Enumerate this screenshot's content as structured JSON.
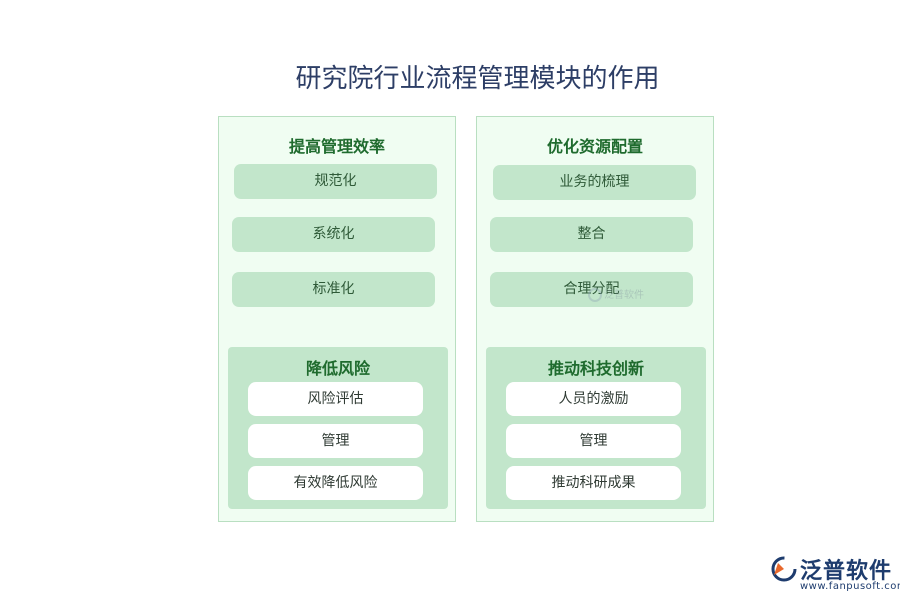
{
  "title": "研究院行业流程管理模块的作用",
  "left_panel": {
    "heading": "提高管理效率",
    "items": [
      "规范化",
      "系统化",
      "标准化"
    ],
    "sub": {
      "heading": "降低风险",
      "items": [
        "风险评估",
        "管理",
        "有效降低风险"
      ]
    }
  },
  "right_panel": {
    "heading": "优化资源配置",
    "items": [
      "业务的梳理",
      "整合",
      "合理分配"
    ],
    "sub": {
      "heading": "推动科技创新",
      "items": [
        "人员的激励",
        "管理",
        "推动科研成果"
      ]
    }
  },
  "watermark": "泛普软件",
  "logo": {
    "text": "泛普软件",
    "url": "www.fanpusoft.com"
  },
  "colors": {
    "panel_bg": "#f0fdf2",
    "pill_bg": "#c2e6cb",
    "heading": "#1f6b2e",
    "title": "#2d3e66",
    "logo": "#1e3c6e"
  }
}
